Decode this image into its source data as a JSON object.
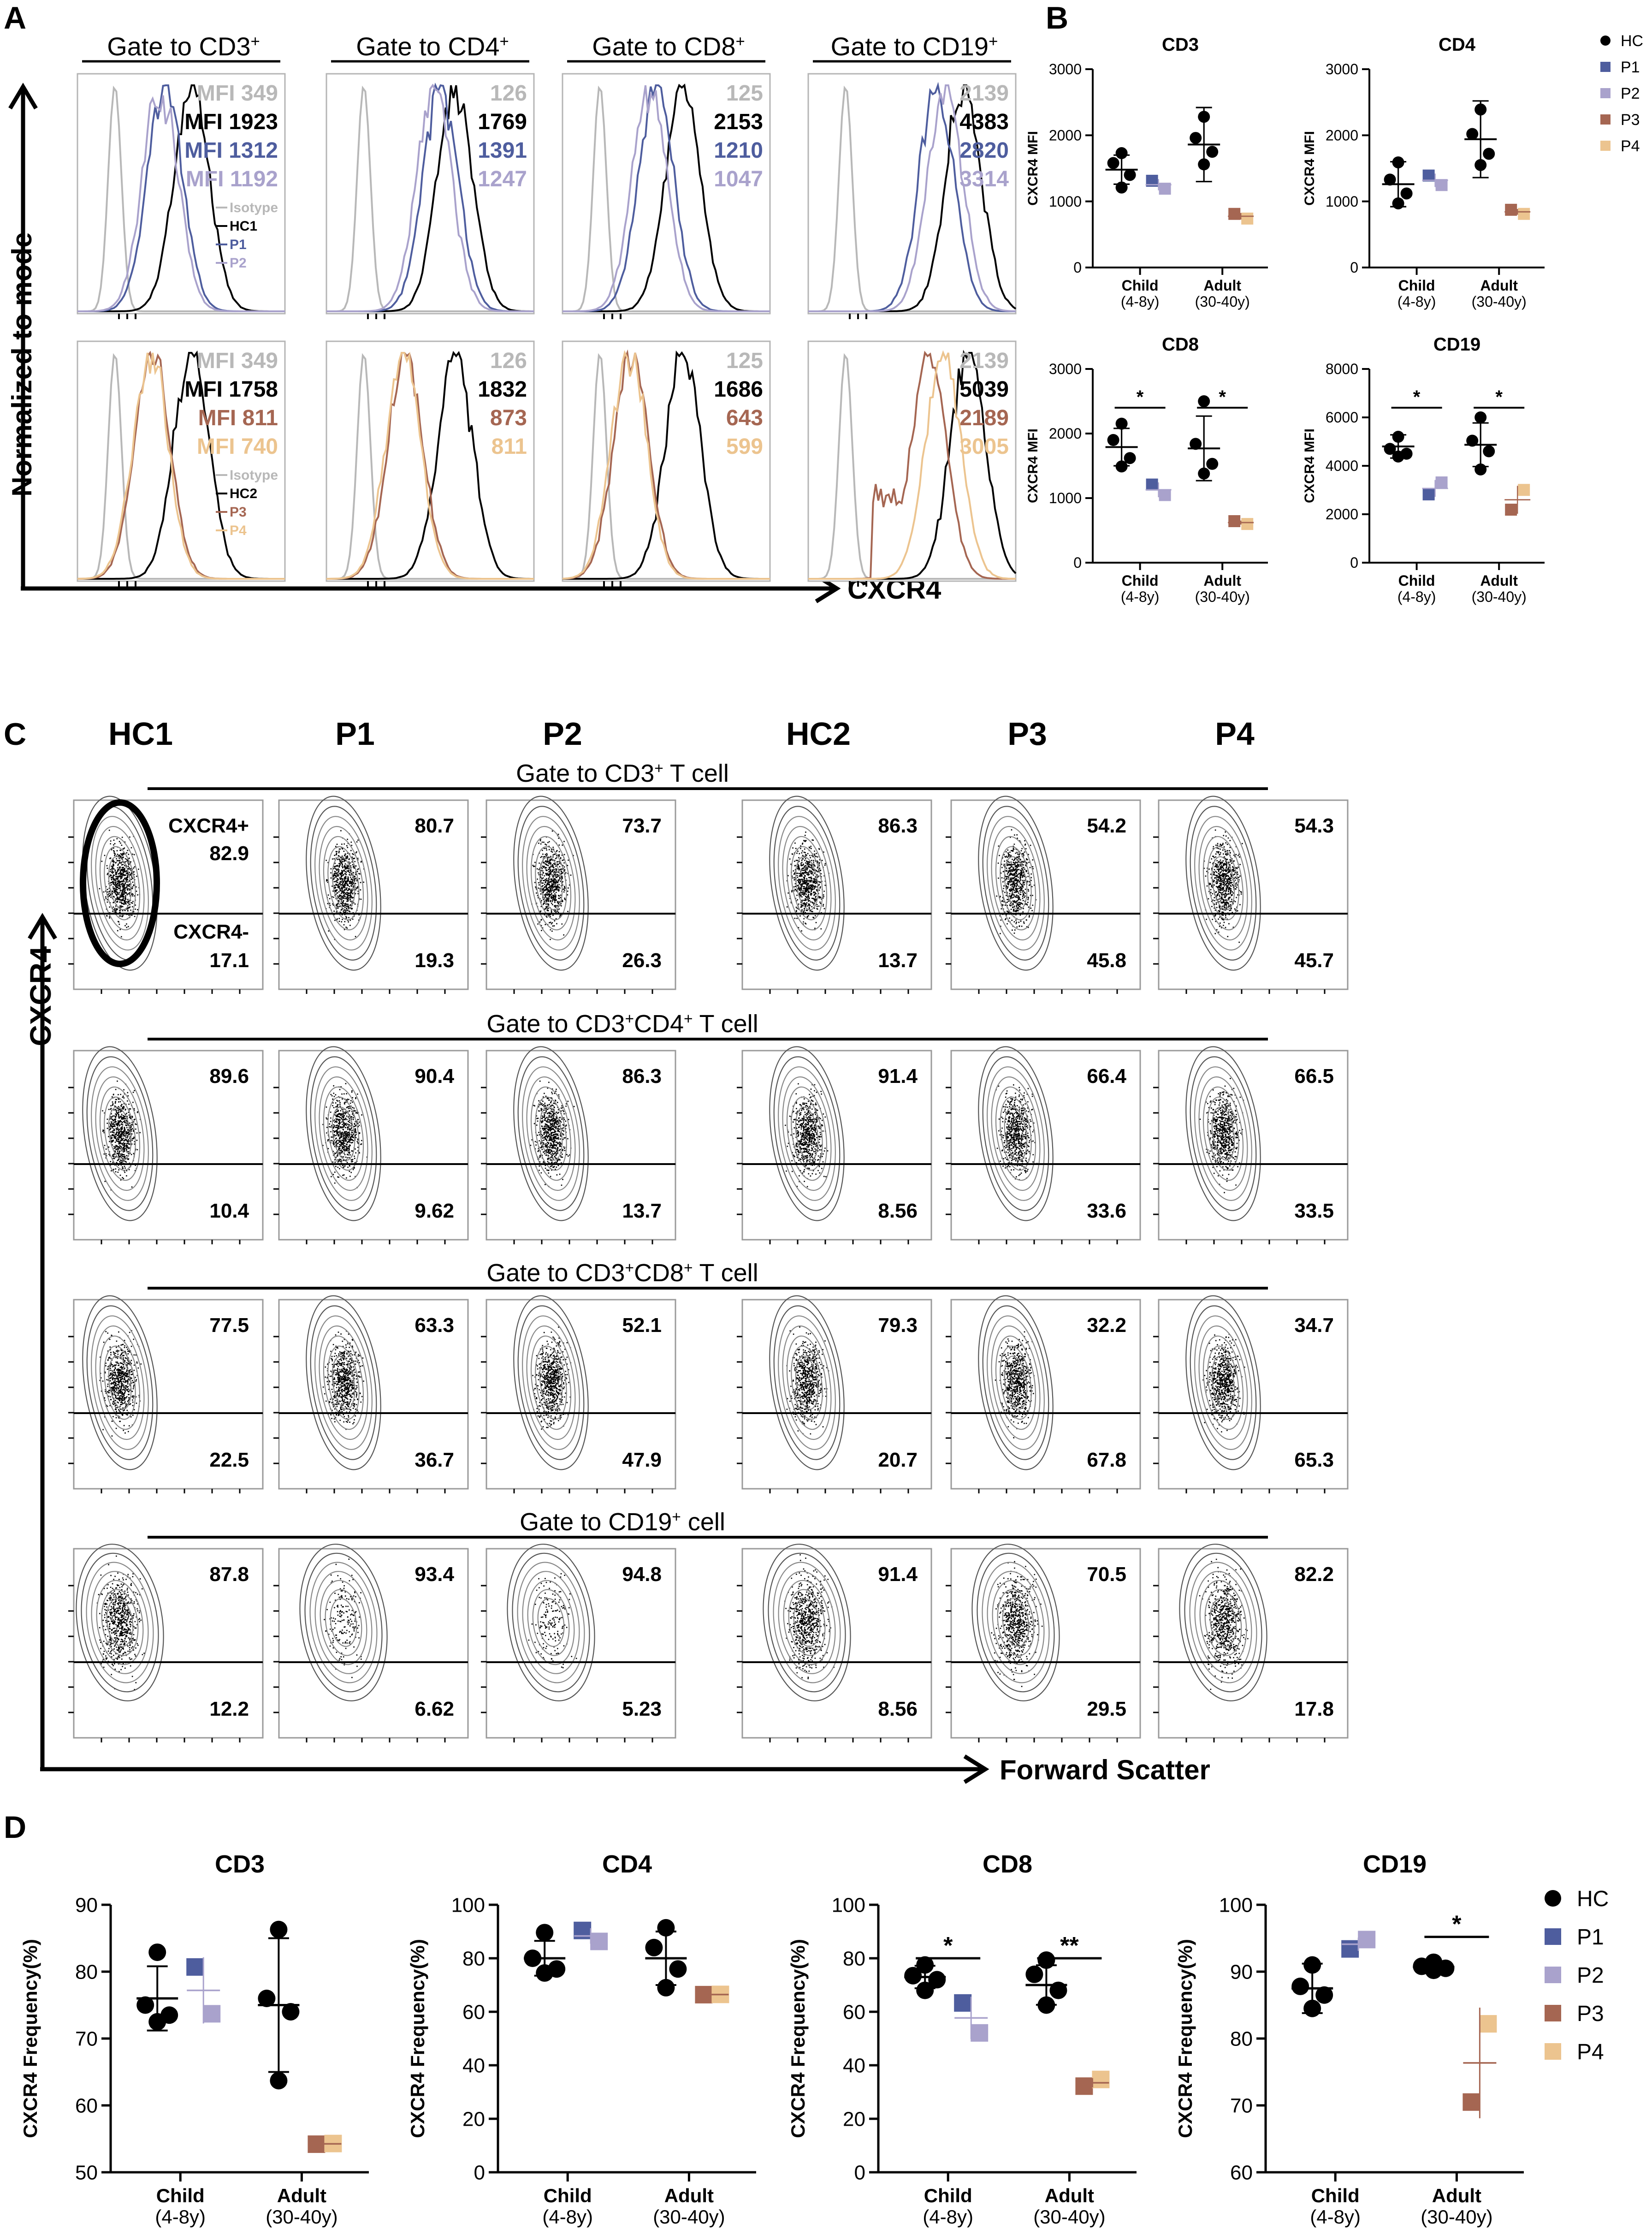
{
  "panel_letters": {
    "A": "A",
    "B": "B",
    "C": "C",
    "D": "D"
  },
  "colors": {
    "isotype": "#b8b8b8",
    "hc": "#000000",
    "p1": "#4e5d9e",
    "p2": "#a9a2cc",
    "p3": "#a56652",
    "p4": "#ecc48f"
  },
  "panel_a": {
    "y_axis_label": "Normalized to mode",
    "x_axis_label": "CXCR4",
    "gates": [
      {
        "prefix": "Gate to CD3",
        "sup": "+"
      },
      {
        "prefix": "Gate to CD4",
        "sup": "+"
      },
      {
        "prefix": "Gate to CD8",
        "sup": "+"
      },
      {
        "prefix": "Gate to CD19",
        "sup": "+"
      }
    ],
    "legend_top": [
      "Isotype",
      "HC1",
      "P1",
      "P2"
    ],
    "legend_bottom": [
      "Isotype",
      "HC2",
      "P3",
      "P4"
    ],
    "mfi_prefix": "MFI",
    "rows": [
      {
        "legend_keys": [
          "isotype",
          "hc",
          "p1",
          "p2"
        ],
        "mfi": [
          [
            "349",
            "1923",
            "1312",
            "1192"
          ],
          [
            "126",
            "1769",
            "1391",
            "1247"
          ],
          [
            "125",
            "2153",
            "1210",
            "1047"
          ],
          [
            "2139",
            "4383",
            "2820",
            "3314"
          ]
        ]
      },
      {
        "legend_keys": [
          "isotype",
          "hc",
          "p3",
          "p4"
        ],
        "mfi": [
          [
            "349",
            "1758",
            "811",
            "740"
          ],
          [
            "126",
            "1832",
            "873",
            "811"
          ],
          [
            "125",
            "1686",
            "643",
            "599"
          ],
          [
            "2139",
            "5039",
            "2189",
            "3005"
          ]
        ]
      }
    ]
  },
  "panel_b": {
    "legend": [
      "HC",
      "P1",
      "P2",
      "P3",
      "P4"
    ],
    "ylabel": "CXCR4 MFI",
    "categories": [
      [
        "Child",
        "(4-8y)"
      ],
      [
        "Adult",
        "(30-40y)"
      ]
    ]
  },
  "panel_c": {
    "columns": [
      "HC1",
      "P1",
      "P2",
      "HC2",
      "P3",
      "P4"
    ],
    "y_axis_label": "CXCR4",
    "x_axis_label": "Forward Scatter",
    "quadrant_labels": {
      "upper": "CXCR4+",
      "lower": "CXCR4-"
    },
    "rows": [
      {
        "gate": {
          "prefix": "Gate to CD3",
          "sup": "+",
          "mid": "",
          "sup2": "",
          "suffix": " T cell"
        },
        "upper": [
          "82.9",
          "80.7",
          "73.7",
          "86.3",
          "54.2",
          "54.3"
        ],
        "lower": [
          "17.1",
          "19.3",
          "26.3",
          "13.7",
          "45.8",
          "45.7"
        ]
      },
      {
        "gate": {
          "prefix": "Gate to CD3",
          "sup": "+",
          "mid": "CD4",
          "sup2": "+",
          "suffix": " T cell"
        },
        "upper": [
          "89.6",
          "90.4",
          "86.3",
          "91.4",
          "66.4",
          "66.5"
        ],
        "lower": [
          "10.4",
          "9.62",
          "13.7",
          "8.56",
          "33.6",
          "33.5"
        ]
      },
      {
        "gate": {
          "prefix": "Gate to CD3",
          "sup": "+",
          "mid": "CD8",
          "sup2": "+",
          "suffix": " T cell"
        },
        "upper": [
          "77.5",
          "63.3",
          "52.1",
          "79.3",
          "32.2",
          "34.7"
        ],
        "lower": [
          "22.5",
          "36.7",
          "47.9",
          "20.7",
          "67.8",
          "65.3"
        ]
      },
      {
        "gate": {
          "prefix": "Gate to CD19",
          "sup": "+",
          "mid": "",
          "sup2": "",
          "suffix": "  cell"
        },
        "upper": [
          "87.8",
          "93.4",
          "94.8",
          "91.4",
          "70.5",
          "82.2"
        ],
        "lower": [
          "12.2",
          "6.62",
          "5.23",
          "8.56",
          "29.5",
          "17.8"
        ]
      }
    ]
  },
  "panel_d": {
    "legend": [
      "HC",
      "P1",
      "P2",
      "P3",
      "P4"
    ],
    "ylabel": "CXCR4 Frequency(%)",
    "categories": [
      [
        "Child",
        "(4-8y)"
      ],
      [
        "Adult",
        "(30-40y)"
      ]
    ]
  },
  "chart_data": [
    {
      "type": "scatter",
      "title": "CD3",
      "ylabel": "CXCR4 MFI",
      "ylim": [
        0,
        3000
      ],
      "yticks": [
        0,
        1000,
        2000,
        3000
      ],
      "categories": [
        "Child (4-8y)",
        "Adult (30-40y)"
      ],
      "series": [
        {
          "name": "HC",
          "group": "Child",
          "values": [
            1730,
            1580,
            1400,
            1210
          ],
          "mean": 1480,
          "sd": 220
        },
        {
          "name": "P1",
          "group": "Child",
          "values": [
            1312
          ]
        },
        {
          "name": "P2",
          "group": "Child",
          "values": [
            1192
          ]
        },
        {
          "name": "HC",
          "group": "Adult",
          "values": [
            2280,
            1960,
            1750,
            1560
          ],
          "mean": 1860,
          "sd": 560
        },
        {
          "name": "P3",
          "group": "Adult",
          "values": [
            811
          ]
        },
        {
          "name": "P4",
          "group": "Adult",
          "values": [
            740
          ]
        }
      ],
      "significance": []
    },
    {
      "type": "scatter",
      "title": "CD4",
      "ylabel": "CXCR4 MFI",
      "ylim": [
        0,
        3000
      ],
      "yticks": [
        0,
        1000,
        2000,
        3000
      ],
      "categories": [
        "Child (4-8y)",
        "Adult (30-40y)"
      ],
      "series": [
        {
          "name": "HC",
          "group": "Child",
          "values": [
            1590,
            1330,
            1120,
            970
          ],
          "mean": 1260,
          "sd": 340
        },
        {
          "name": "P1",
          "group": "Child",
          "values": [
            1391
          ]
        },
        {
          "name": "P2",
          "group": "Child",
          "values": [
            1247
          ]
        },
        {
          "name": "HC",
          "group": "Adult",
          "values": [
            2390,
            2020,
            1720,
            1550
          ],
          "mean": 1940,
          "sd": 580
        },
        {
          "name": "P3",
          "group": "Adult",
          "values": [
            873
          ]
        },
        {
          "name": "P4",
          "group": "Adult",
          "values": [
            811
          ]
        }
      ],
      "significance": []
    },
    {
      "type": "scatter",
      "title": "CD8",
      "ylabel": "CXCR4 MFI",
      "ylim": [
        0,
        3000
      ],
      "yticks": [
        0,
        1000,
        2000,
        3000
      ],
      "categories": [
        "Child (4-8y)",
        "Adult (30-40y)"
      ],
      "series": [
        {
          "name": "HC",
          "group": "Child",
          "values": [
            2153,
            1900,
            1620,
            1490
          ],
          "mean": 1790,
          "sd": 290
        },
        {
          "name": "P1",
          "group": "Child",
          "values": [
            1210
          ]
        },
        {
          "name": "P2",
          "group": "Child",
          "values": [
            1047
          ]
        },
        {
          "name": "HC",
          "group": "Adult",
          "values": [
            2500,
            1840,
            1530,
            1380
          ],
          "mean": 1770,
          "sd": 500
        },
        {
          "name": "P3",
          "group": "Adult",
          "values": [
            643
          ]
        },
        {
          "name": "P4",
          "group": "Adult",
          "values": [
            599
          ]
        }
      ],
      "significance": [
        "*",
        "*"
      ]
    },
    {
      "type": "scatter",
      "title": "CD19",
      "ylabel": "CXCR4 MFI",
      "ylim": [
        0,
        8000
      ],
      "yticks": [
        0,
        2000,
        4000,
        6000,
        8000
      ],
      "categories": [
        "Child (4-8y)",
        "Adult (30-40y)"
      ],
      "series": [
        {
          "name": "HC",
          "group": "Child",
          "values": [
            5200,
            4700,
            4500,
            4383
          ],
          "mean": 4800,
          "sd": 480
        },
        {
          "name": "P1",
          "group": "Child",
          "values": [
            2820
          ]
        },
        {
          "name": "P2",
          "group": "Child",
          "values": [
            3314
          ]
        },
        {
          "name": "HC",
          "group": "Adult",
          "values": [
            6000,
            5039,
            4600,
            3850
          ],
          "mean": 4870,
          "sd": 900
        },
        {
          "name": "P3",
          "group": "Adult",
          "values": [
            2189
          ]
        },
        {
          "name": "P4",
          "group": "Adult",
          "values": [
            3005
          ]
        }
      ],
      "significance": [
        "*",
        "*"
      ]
    },
    {
      "type": "scatter",
      "title": "CD3",
      "ylabel": "CXCR4 Frequency(%)",
      "ylim": [
        50,
        90
      ],
      "yticks": [
        50,
        60,
        70,
        80,
        90
      ],
      "categories": [
        "Child (4-8y)",
        "Adult (30-40y)"
      ],
      "series": [
        {
          "name": "HC",
          "group": "Child",
          "values": [
            82.9,
            75,
            73.5,
            72.5
          ],
          "mean": 76,
          "sd": 4.8
        },
        {
          "name": "P1",
          "group": "Child",
          "values": [
            80.7
          ]
        },
        {
          "name": "P2",
          "group": "Child",
          "values": [
            73.7
          ]
        },
        {
          "name": "HC",
          "group": "Adult",
          "values": [
            86.3,
            76,
            74,
            63.7
          ],
          "mean": 75,
          "sd": 10
        },
        {
          "name": "P3",
          "group": "Adult",
          "values": [
            54.2
          ]
        },
        {
          "name": "P4",
          "group": "Adult",
          "values": [
            54.3
          ]
        }
      ],
      "significance": []
    },
    {
      "type": "scatter",
      "title": "CD4",
      "ylabel": "CXCR4 Frequency(%)",
      "ylim": [
        0,
        100
      ],
      "yticks": [
        0,
        20,
        40,
        60,
        80,
        100
      ],
      "categories": [
        "Child (4-8y)",
        "Adult (30-40y)"
      ],
      "series": [
        {
          "name": "HC",
          "group": "Child",
          "values": [
            89.6,
            80,
            76,
            74.5
          ],
          "mean": 80,
          "sd": 6.5
        },
        {
          "name": "P1",
          "group": "Child",
          "values": [
            90.4
          ]
        },
        {
          "name": "P2",
          "group": "Child",
          "values": [
            86.3
          ]
        },
        {
          "name": "HC",
          "group": "Adult",
          "values": [
            91.4,
            84,
            76,
            69
          ],
          "mean": 80,
          "sd": 10
        },
        {
          "name": "P3",
          "group": "Adult",
          "values": [
            66.4
          ]
        },
        {
          "name": "P4",
          "group": "Adult",
          "values": [
            66.5
          ]
        }
      ],
      "significance": []
    },
    {
      "type": "scatter",
      "title": "CD8",
      "ylabel": "CXCR4 Frequency(%)",
      "ylim": [
        0,
        100
      ],
      "yticks": [
        0,
        20,
        40,
        60,
        80,
        100
      ],
      "categories": [
        "Child (4-8y)",
        "Adult (30-40y)"
      ],
      "series": [
        {
          "name": "HC",
          "group": "Child",
          "values": [
            77.5,
            73.5,
            72,
            68
          ],
          "mean": 73,
          "sd": 4.2
        },
        {
          "name": "P1",
          "group": "Child",
          "values": [
            63.3
          ]
        },
        {
          "name": "P2",
          "group": "Child",
          "values": [
            52.1
          ]
        },
        {
          "name": "HC",
          "group": "Adult",
          "values": [
            79.3,
            74,
            68,
            62.5
          ],
          "mean": 70,
          "sd": 7.4
        },
        {
          "name": "P3",
          "group": "Adult",
          "values": [
            32.2
          ]
        },
        {
          "name": "P4",
          "group": "Adult",
          "values": [
            34.7
          ]
        }
      ],
      "significance": [
        "*",
        "**"
      ]
    },
    {
      "type": "scatter",
      "title": "CD19",
      "ylabel": "CXCR4 Frequency(%)",
      "ylim": [
        60,
        100
      ],
      "yticks": [
        60,
        70,
        80,
        90,
        100
      ],
      "categories": [
        "Child (4-8y)",
        "Adult (30-40y)"
      ],
      "series": [
        {
          "name": "HC",
          "group": "Child",
          "values": [
            91,
            87.8,
            86.5,
            84.5
          ],
          "mean": 87.5,
          "sd": 3.7
        },
        {
          "name": "P1",
          "group": "Child",
          "values": [
            93.4
          ]
        },
        {
          "name": "P2",
          "group": "Child",
          "values": [
            94.8
          ]
        },
        {
          "name": "HC",
          "group": "Adult",
          "values": [
            91.4,
            90.8,
            90.5,
            90.2
          ],
          "mean": 90.7,
          "sd": 0.6
        },
        {
          "name": "P3",
          "group": "Adult",
          "values": [
            70.5
          ]
        },
        {
          "name": "P4",
          "group": "Adult",
          "values": [
            82.2
          ]
        }
      ],
      "significance": [
        "*"
      ]
    }
  ]
}
